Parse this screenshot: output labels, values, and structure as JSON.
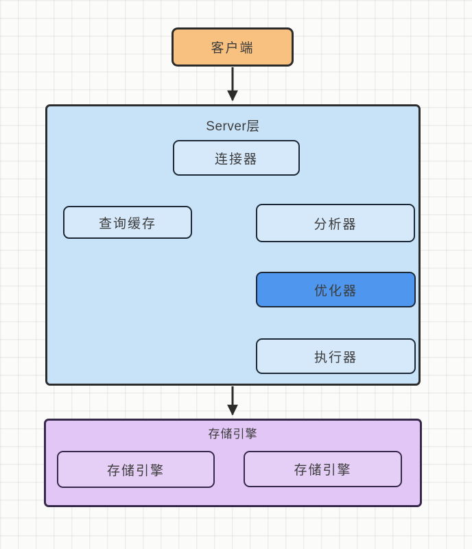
{
  "diagram": {
    "title_context": "MySQL query execution architecture flow",
    "nodes": {
      "client": {
        "label": "客户端",
        "fill": "#F8C180"
      },
      "server_layer": {
        "title": "Server层",
        "fill": "#C8E2F7"
      },
      "connector": {
        "label": "连接器",
        "fill": "#D6E9FB"
      },
      "query_cache": {
        "label": "查询缓存",
        "fill": "#D6E9FB"
      },
      "analyzer": {
        "label": "分析器",
        "fill": "#D6E9FB"
      },
      "optimizer": {
        "label": "优化器",
        "fill": "#4E96EE"
      },
      "executor": {
        "label": "执行器",
        "fill": "#D6E9FB"
      },
      "storage_layer": {
        "title": "存储引擎",
        "fill": "#E2C6F5"
      },
      "engine_left": {
        "label": "存储引擎",
        "fill": "#E6CFF7"
      },
      "engine_right": {
        "label": "存储引擎",
        "fill": "#E6CFF7"
      }
    },
    "edges": [
      {
        "from": "client",
        "to": "server_layer"
      },
      {
        "from": "connector",
        "to": "query_cache"
      },
      {
        "from": "connector",
        "to": "analyzer"
      },
      {
        "from": "analyzer",
        "to": "query_cache"
      },
      {
        "from": "analyzer",
        "to": "optimizer"
      },
      {
        "from": "optimizer",
        "to": "executor"
      },
      {
        "from": "server_layer",
        "to": "storage_layer"
      }
    ],
    "colors": {
      "stroke": "#2B2B2B",
      "text": "#3C3C3C",
      "blue_node_border": "#1B2734",
      "purple_border": "#35284A",
      "grid_background": "#FBFBFA"
    }
  }
}
